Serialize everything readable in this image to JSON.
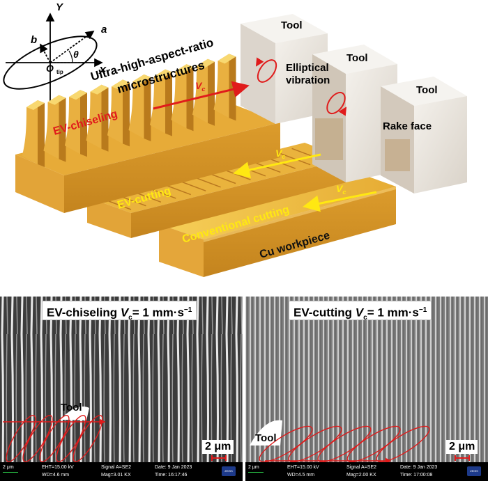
{
  "colors": {
    "gold_top": "#f3c64a",
    "gold_front": "#d7962a",
    "gold_side": "#a86c17",
    "tool_face": "#ece9e4",
    "tool_side": "#cdc7bf",
    "red": "#e01b1b",
    "yellow": "#ffe812"
  },
  "coords": {
    "y": "Y",
    "x": "X",
    "a": "a",
    "b": "b",
    "theta": "θ",
    "o": "O",
    "o_sub": "tip"
  },
  "labels": {
    "microstructures_line1": "Ultra-high-aspect-ratio",
    "microstructures_line2": "microstructures",
    "ev_chiseling": "EV-chiseling",
    "ev_cutting": "EV-cutting",
    "conventional_cutting": "Conventional cutting",
    "workpiece": "Cu workpiece",
    "vc_main": "V",
    "vc_sub": "c",
    "tool": "Tool",
    "elliptical_line1": "Elliptical",
    "elliptical_line2": "vibration",
    "rake_line1": "Rake face",
    "rake_line2": ""
  },
  "sem_left": {
    "title_main": "EV-chiseling ",
    "title_v": "V",
    "title_sub": "c",
    "title_rest": "= 1 mm·s",
    "title_sup": "−1",
    "tool": "Tool",
    "scale": "2 μm",
    "info_scale": "2 μm",
    "eht": "EHT=15.00 kV",
    "wd": "WD=4.6 mm",
    "signal": "Signal A=SE2",
    "mag": "Mag=3.01 KX",
    "date": "Date: 9 Jan 2023",
    "time": "Time: 16:17:46",
    "brand": "ZEISS"
  },
  "sem_right": {
    "title_main": "EV-cutting ",
    "title_v": "V",
    "title_sub": "c",
    "title_rest": "= 1 mm·s",
    "title_sup": "−1",
    "tool": "Tool",
    "scale": "2 μm",
    "info_scale": "2 μm",
    "eht": "EHT=15.00 kV",
    "wd": "WD=4.5 mm",
    "signal": "Signal A=SE2",
    "mag": "Mag=2.00 KX",
    "date": "Date: 9 Jan 2023",
    "time": "Time: 17:00:08",
    "brand": "ZEISS"
  }
}
